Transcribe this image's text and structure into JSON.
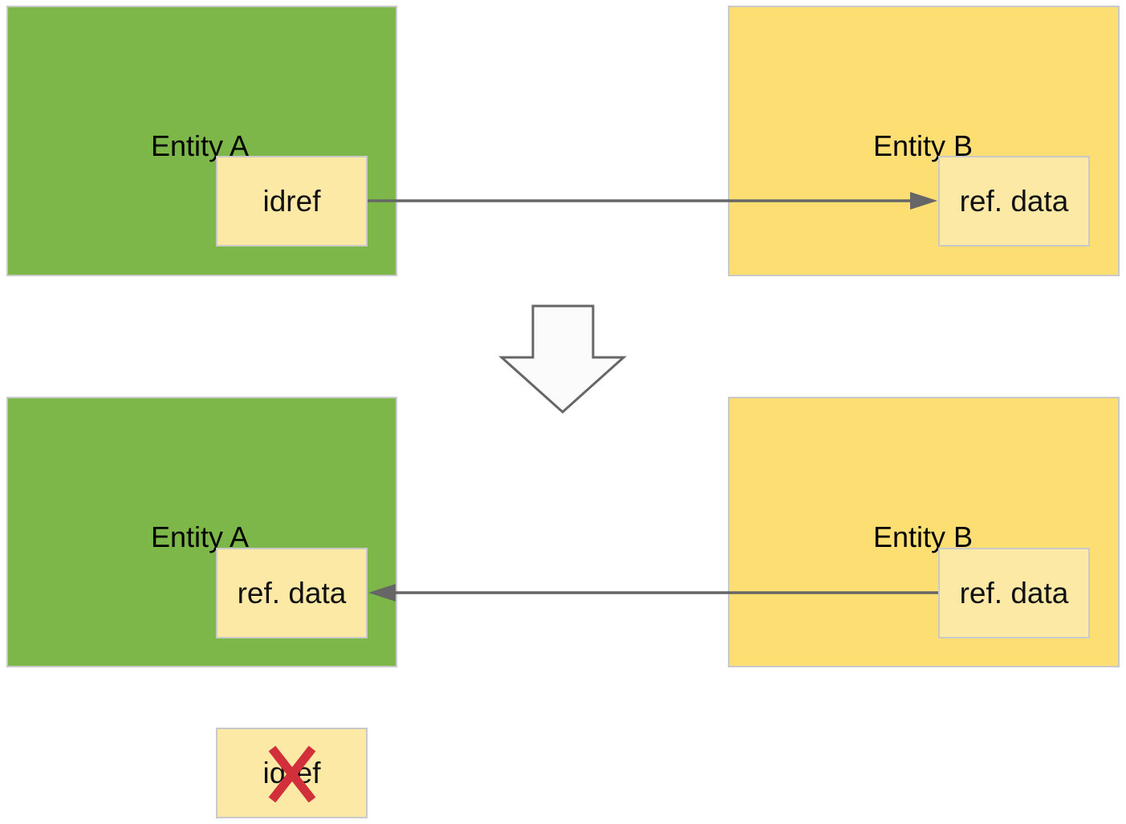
{
  "top": {
    "entity_a": {
      "label": "Entity A",
      "box_label": "idref"
    },
    "entity_b": {
      "label": "Entity B",
      "box_label": "ref. data"
    }
  },
  "bottom": {
    "entity_a": {
      "label": "Entity A",
      "box_label": "ref. data"
    },
    "entity_b": {
      "label": "Entity B",
      "box_label": "ref. data"
    }
  },
  "removed": {
    "box_label": "idref",
    "mark": "X"
  },
  "colors": {
    "entity_a_fill": "#7db649",
    "entity_b_fill": "#fdde73",
    "box_fill": "#fde9a6",
    "arrow": "#666666",
    "x_mark": "#d1303a"
  }
}
